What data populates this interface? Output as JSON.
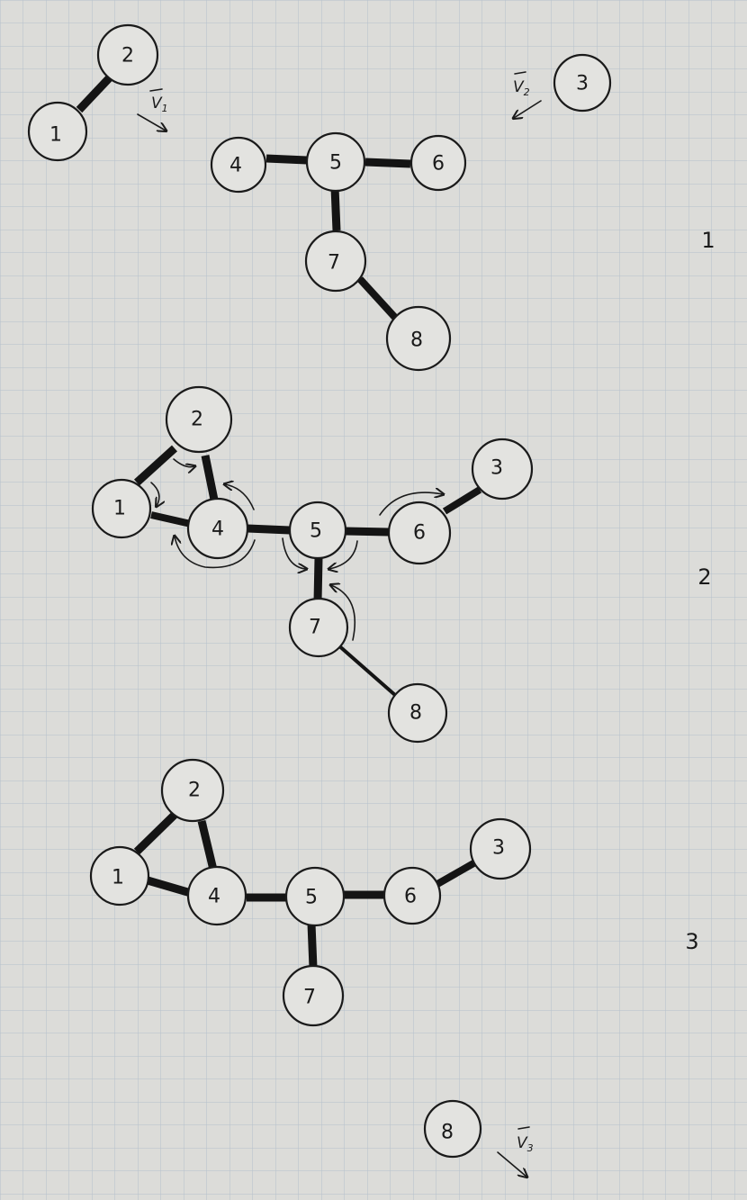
{
  "velocity_labels": {
    "v1": {
      "main": "V",
      "sub": "1"
    },
    "v2": {
      "main": "V",
      "sub": "2"
    },
    "v3": {
      "main": "V",
      "sub": "3"
    }
  },
  "stage_labels": [
    "1",
    "2",
    "3"
  ],
  "colors": {
    "paper": "#dcdcd9",
    "grid": "#b5c0cc",
    "ink": "#1a1a1a"
  },
  "stage1": {
    "diatom": [
      "1",
      "2"
    ],
    "lone_atom": "3",
    "molecule": [
      "4",
      "5",
      "6",
      "7",
      "8"
    ]
  },
  "stage2": {
    "atoms": [
      "1",
      "2",
      "3",
      "4",
      "5",
      "6",
      "7",
      "8"
    ]
  },
  "stage3": {
    "atoms": [
      "1",
      "2",
      "3",
      "4",
      "5",
      "6",
      "7"
    ],
    "ejected_atom": "8"
  }
}
